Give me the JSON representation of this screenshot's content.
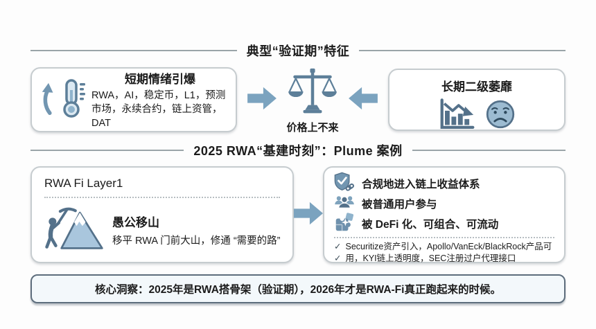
{
  "colors": {
    "arrow_blue": "#7ba3bf",
    "icon_slate": "#54718a",
    "icon_mid": "#7296b1",
    "icon_fill": "#a9c6dd",
    "box_border": "#c6cccf",
    "rule_gray": "#9aa4a8",
    "insight_border": "#5d6d7c",
    "insight_bg": "#f3f8fb",
    "text": "#1b1b1b"
  },
  "section_top": {
    "title": "典型“验证期”特征",
    "left_box": {
      "icons": [
        "up-arrow-icon",
        "thermometer-icon"
      ],
      "title": "短期情绪引爆",
      "body": "RWA，AI，稳定币，L1，预测市场，永续合约，链上资管，DAT"
    },
    "center": {
      "icon": "balance-scale-icon",
      "caption": "价格上不来",
      "arrow_left_of_scale": "arrow-right-icon",
      "arrow_right_of_scale": "arrow-left-icon"
    },
    "right_box": {
      "title": "长期二级萎靡",
      "icons": [
        "declining-chart-icon",
        "sad-face-icon"
      ]
    }
  },
  "section_mid": {
    "title": "2025 RWA“基建时刻”：Plume 案例",
    "arrow": "arrow-right-icon",
    "left_box": {
      "header": "RWA Fi Layer1",
      "icon": "mountain-mover-icon",
      "subtitle": "愚公移山",
      "body": "移平 RWA 门前大山，修通 “需要的路”"
    },
    "right_box": {
      "items": [
        {
          "icon": "shield-check-icon",
          "text": "合规地进入链上收益体系"
        },
        {
          "icon": "users-icon",
          "text": "被普通用户参与"
        },
        {
          "icon": "puzzle-icon",
          "text": "被 DeFi 化、可组合、可流动"
        }
      ],
      "check_glyph": "✓",
      "checklist": [
        "Securitize资产引入，Apollo/VanEck/BlackRock产品可",
        "用，KYI链上透明度，SEC注册过户代理接口"
      ]
    }
  },
  "insight": {
    "text": "核心洞察：2025年是RWA搭骨架（验证期），2026年才是RWA-Fi真正跑起来的时候。"
  }
}
